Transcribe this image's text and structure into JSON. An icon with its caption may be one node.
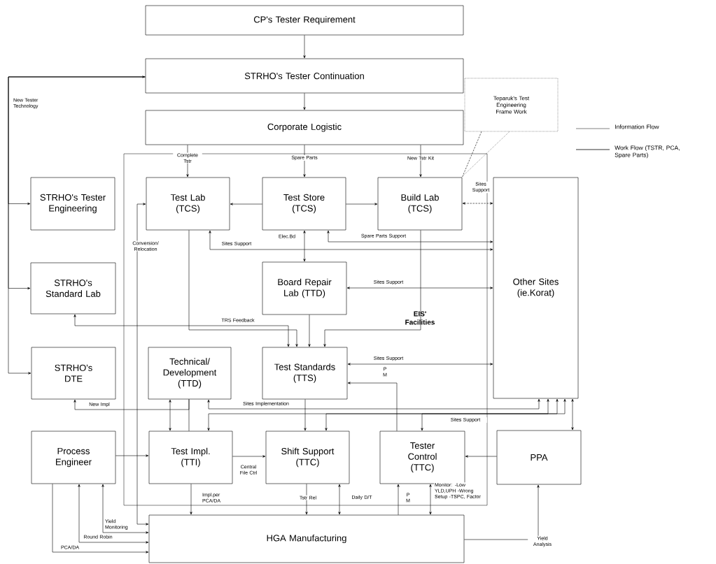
{
  "diagram": {
    "nodes": [
      {
        "text": [
          "CP's Tester Requirement"
        ]
      },
      {
        "text": [
          "STRHO's Tester Continuation"
        ]
      },
      {
        "text": [
          "Corporate Logistic"
        ]
      },
      {
        "text": [
          "Teparuk's Test Engineering Frame Work"
        ]
      },
      {
        "text": [
          "STRHO's Tester Engineering"
        ]
      },
      {
        "text": [
          "EIS' Facilities"
        ]
      },
      {
        "text": [
          "Test Lab (TCS)"
        ],
        "in": 5
      },
      {
        "text": [
          "Test Store (TCS)"
        ],
        "in": 5
      },
      {
        "text": [
          "Build Lab (TCS)"
        ],
        "in": 5
      },
      {
        "text": [
          "Other Sites (ie.Korat)"
        ]
      },
      {
        "text": [
          "Board Repair Lab (TTD)"
        ],
        "in": 5
      },
      {
        "text": [
          "STRHO's Standard Lab"
        ]
      },
      {
        "text": [
          "STRHO's DTE"
        ]
      },
      {
        "text": [
          "Technical/ Development (TTD)"
        ],
        "in": 5
      },
      {
        "text": [
          "Test Standards (TTS)"
        ],
        "in": 5
      },
      {
        "text": [
          "Process Engineer"
        ]
      },
      {
        "text": [
          "Test Impl. (TTI)"
        ],
        "in": 5
      },
      {
        "text": [
          "Shift Support (TTC)"
        ],
        "in": 5
      },
      {
        "text": [
          "Tester Control (TTC)"
        ],
        "in": 5
      },
      {
        "text": [
          "PPA"
        ]
      },
      {
        "text": [
          "HGA Manufacturing"
        ]
      }
    ],
    "edges": [
      {
        "from": 0,
        "to": 1,
        "arrow": "to"
      },
      {
        "from": 1,
        "to": 2,
        "arrow": "to"
      },
      {
        "from": 4,
        "to": 1,
        "arrow": "both",
        "label": "New Tester Technology"
      },
      {
        "from": 1,
        "to": 11,
        "arrow": "to"
      },
      {
        "from": 1,
        "to": 12,
        "arrow": "to"
      },
      {
        "from": 2,
        "to": 6,
        "arrow": "to",
        "label": "Complete Tstr"
      },
      {
        "from": 2,
        "to": 7,
        "arrow": "to",
        "label": "Spare Parts"
      },
      {
        "from": 2,
        "to": 8,
        "arrow": "to",
        "label": "New Tstr Kit"
      },
      {
        "from": 3,
        "to": 8,
        "arrow": "none",
        "style": "dashed"
      },
      {
        "from": 7,
        "to": 6,
        "arrow": "to"
      },
      {
        "from": 7,
        "to": 8,
        "arrow": "to"
      },
      {
        "from": 8,
        "to": 9,
        "arrow": "both",
        "style": "dashed",
        "label": "Sites Support"
      },
      {
        "from": 7,
        "to": 10,
        "arrow": "both",
        "label": "Elec.Bd"
      },
      {
        "from": 9,
        "to": 7,
        "arrow": "both",
        "label": "Spare Parts Support"
      },
      {
        "from": 6,
        "to": 9,
        "arrow": "both",
        "label": "Sites Support"
      },
      {
        "from": 10,
        "to": 9,
        "arrow": "both",
        "label": "Sites Support"
      },
      {
        "from": 14,
        "to": 11,
        "arrow": "both",
        "label": "TRS Feedback"
      },
      {
        "from": 6,
        "to": 14,
        "arrow": "to"
      },
      {
        "from": 10,
        "to": 14,
        "arrow": "to"
      },
      {
        "from": 8,
        "to": 14,
        "arrow": "to"
      },
      {
        "from": 9,
        "to": 14,
        "arrow": "both",
        "label": "Sites Support"
      },
      {
        "from": 18,
        "to": 14,
        "arrow": "to",
        "label": "P M"
      },
      {
        "from": 13,
        "to": 16,
        "arrow": "both"
      },
      {
        "from": 13,
        "to": 16,
        "arrow": "none"
      },
      {
        "from": 13,
        "to": 12,
        "arrow": "to",
        "label": "New Impl"
      },
      {
        "from": 13,
        "to": 9,
        "arrow": "both",
        "label": "Sites Implementation"
      },
      {
        "from": 16,
        "to": 9,
        "arrow": "both"
      },
      {
        "from": 17,
        "to": 9,
        "arrow": "both",
        "label": "Sites Support"
      },
      {
        "from": 18,
        "to": 9,
        "arrow": "both"
      },
      {
        "from": 14,
        "to": 17,
        "arrow": "to"
      },
      {
        "from": 9,
        "to": 19,
        "arrow": "both"
      },
      {
        "from": 19,
        "to": 18,
        "arrow": "to"
      },
      {
        "from": 15,
        "to": 16,
        "arrow": "to"
      },
      {
        "from": 16,
        "to": 17,
        "arrow": "to",
        "label": "Central File Ctrl"
      },
      {
        "from": 16,
        "to": 20,
        "arrow": "to",
        "label": "Impl.per PCA/DA"
      },
      {
        "from": 17,
        "to": 20,
        "arrow": "to",
        "label": "Tstr Rel"
      },
      {
        "from": 17,
        "to": 20,
        "arrow": "both",
        "label": "Daily D/T"
      },
      {
        "from": 20,
        "to": 18,
        "arrow": "to",
        "label": "P M"
      },
      {
        "from": 18,
        "to": 20,
        "arrow": "both",
        "label": "Monitor: -Low YLD,UPH -Wrong Setup -TSPC, Factor"
      },
      {
        "from": 20,
        "to": 19,
        "arrow": "to",
        "label": "Yield Analysis"
      },
      {
        "from": 15,
        "to": 20,
        "arrow": "to",
        "label": "PCA/DA"
      },
      {
        "from": 20,
        "to": 15,
        "arrow": "both",
        "label": "Round Robin"
      },
      {
        "from": 20,
        "to": 15,
        "arrow": "both",
        "label": "Yield Monitoring"
      },
      {
        "from": 20,
        "to": 6,
        "arrow": "both",
        "label": "Conversion/ Relocation"
      }
    ],
    "legend": [
      {
        "text": "Information Flow"
      },
      {
        "text": "Work Flow (TSTR, PCA, Spare Parts)"
      }
    ]
  }
}
